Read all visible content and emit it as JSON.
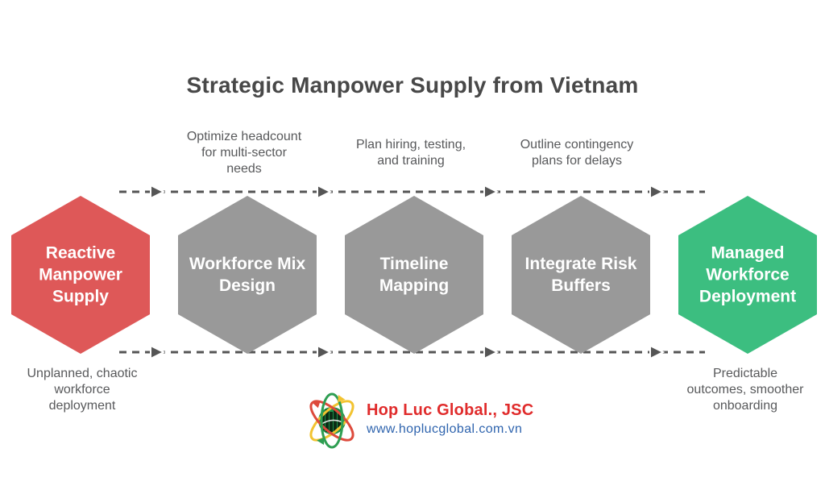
{
  "title": "Strategic Manpower Supply from Vietnam",
  "colors": {
    "step_reactive": "#DE5858",
    "step_neutral": "#999999",
    "step_managed": "#3CBE80",
    "flow_line": "#555555",
    "title_text": "#484848",
    "annotation_text": "#58595B",
    "company_name_text": "#E02B2B",
    "website_text": "#2F64AE"
  },
  "flow": {
    "top_annotations": [
      {
        "text": "Optimize headcount\nfor multi-sector\nneeds"
      },
      {
        "text": "Plan hiring, testing,\nand training"
      },
      {
        "text": "Outline contingency\nplans for delays"
      }
    ],
    "steps": [
      {
        "label": "Reactive\nManpower\nSupply",
        "color": "#DE5858"
      },
      {
        "label": "Workforce Mix\nDesign",
        "color": "#999999"
      },
      {
        "label": "Timeline\nMapping",
        "color": "#999999"
      },
      {
        "label": "Integrate Risk\nBuffers",
        "color": "#999999"
      },
      {
        "label": "Managed\nWorkforce\nDeployment",
        "color": "#3CBE80"
      }
    ],
    "start_note": "Unplanned, chaotic\nworkforce\ndeployment",
    "end_note": "Predictable\noutcomes, smoother\nonboarding"
  },
  "footer": {
    "company": "Hop Luc Global., JSC",
    "website": "www.hoplucglobal.com.vn"
  }
}
